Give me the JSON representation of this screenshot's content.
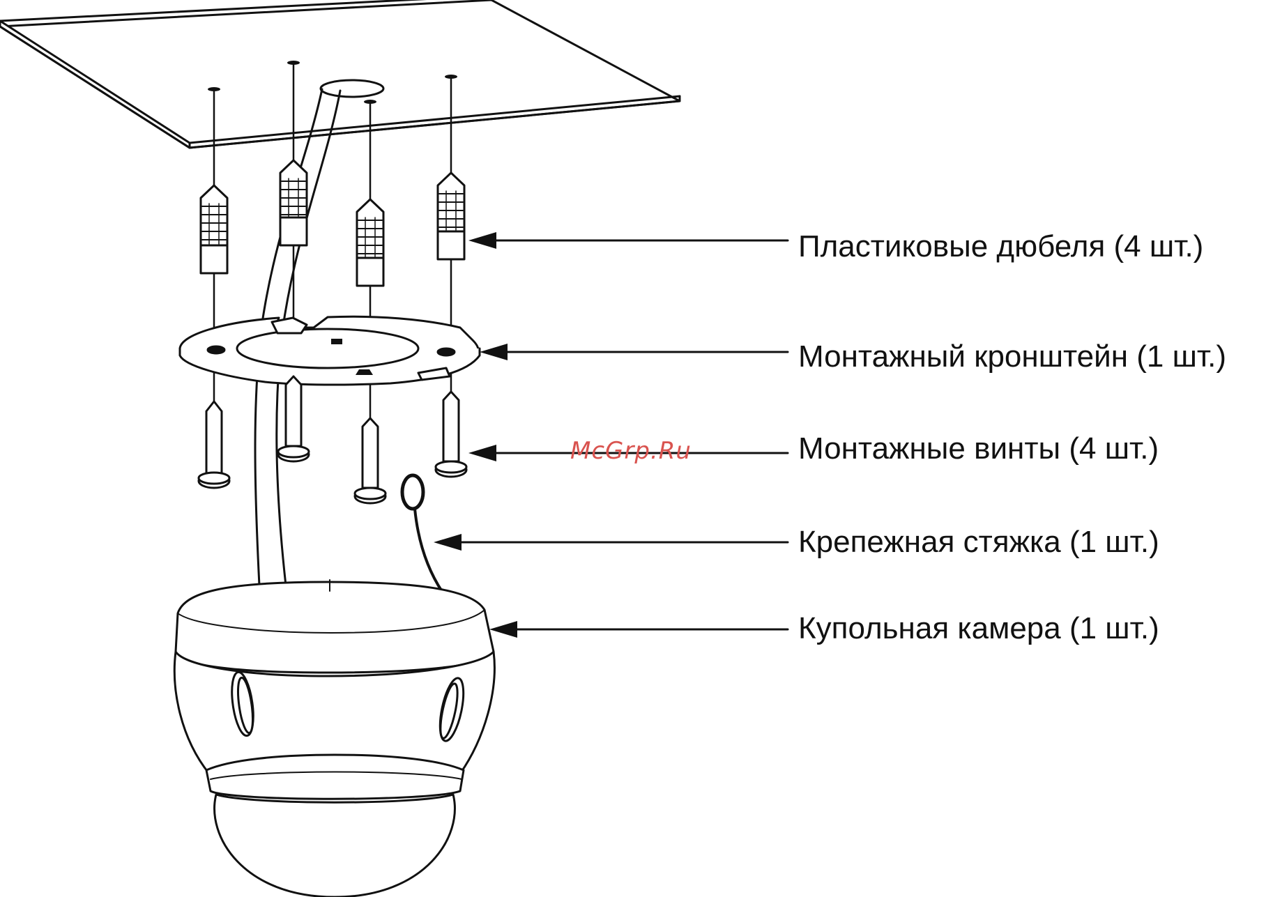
{
  "labels": {
    "anchors": "Пластиковые дюбеля (4 шт.)",
    "bracket": "Монтажный кронштейн (1 шт.)",
    "screws": "Монтажные винты (4 шт.)",
    "tie": "Крепежная стяжка (1 шт.)",
    "camera": "Купольная камера (1 шт.)"
  },
  "watermark": {
    "text": "McGrp.Ru",
    "color": "#d9534f"
  },
  "colors": {
    "stroke": "#111111",
    "fill": "#ffffff",
    "shade": "#d8d8d8"
  }
}
